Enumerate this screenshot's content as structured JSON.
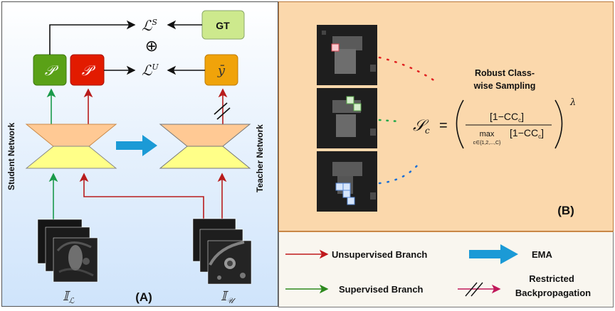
{
  "panel_a": {
    "caption": "(A)",
    "student_label": "Student Network",
    "teacher_label": "Teacher Network",
    "gt_label": "GT",
    "pred_sup_label": "𝒫",
    "pred_unsup_label": "𝒫",
    "pseudo_label": "ȳ",
    "loss_sup": "ℒ",
    "loss_sup_sup": "S",
    "loss_unsup": "ℒ",
    "loss_unsup_sup": "U",
    "oplus": "⊕",
    "labeled_input": "𝕀",
    "labeled_input_sub": "ℒ",
    "unlabeled_input": "𝕀",
    "unlabeled_input_sub": "𝒰",
    "colors": {
      "supervised": "#1a9a4a",
      "unsupervised": "#b81c1c",
      "ema": "#1b9ad6",
      "gt_box": "#cde98d",
      "pred_sup_box": "#5aa117",
      "pred_unsup_box": "#e21b00",
      "pseudo_box": "#f0a30a",
      "encoder": "#ffc994",
      "decoder": "#ffff88"
    }
  },
  "panel_b": {
    "caption": "(B)",
    "title_line1": "Robust Class-",
    "title_line2": "wise Sampling",
    "formula": {
      "lhs": "𝒮",
      "lhs_sub": "c",
      "equals": "=",
      "numerator": "[1−CC",
      "numerator_sub": "c",
      "numerator_end": "]",
      "denom_op": "max",
      "denom_sub": "c∈{1,2,...,C}",
      "denominator": "[1−CC",
      "denominator_sub": "c",
      "denominator_end": "]",
      "exponent": "λ"
    },
    "colors": {
      "class1": "#e02020",
      "class2": "#22a84a",
      "class3": "#1a6fd6"
    }
  },
  "legend": {
    "unsupervised": "Unsupervised Branch",
    "ema": "EMA",
    "supervised": "Supervised Branch",
    "restricted_line1": "Restricted",
    "restricted_line2": "Backpropagation",
    "colors": {
      "unsupervised": "#c0181c",
      "supervised": "#2d8a1e",
      "restricted": "#c0185a",
      "ema": "#1b9ad6"
    }
  }
}
